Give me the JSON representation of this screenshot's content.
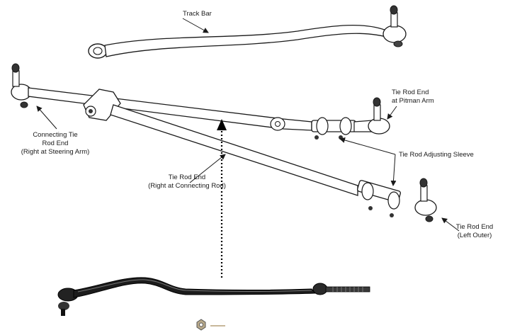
{
  "labels": {
    "track_bar": "Track Bar",
    "tre_pitman_1": "Tie Rod End",
    "tre_pitman_2": "at Pitman Arm",
    "connecting_1": "Connecting Tie",
    "connecting_2": "Rod End",
    "connecting_3": "(Right at Steering Arm)",
    "adjusting_sleeve": "Tie Rod Adjusting Sleeve",
    "tre_right_1": "Tie Rod End",
    "tre_right_2": "(Right at Connecting Rod)",
    "tre_left_1": "Tie Rod End",
    "tre_left_2": "(Left Outer)"
  }
}
